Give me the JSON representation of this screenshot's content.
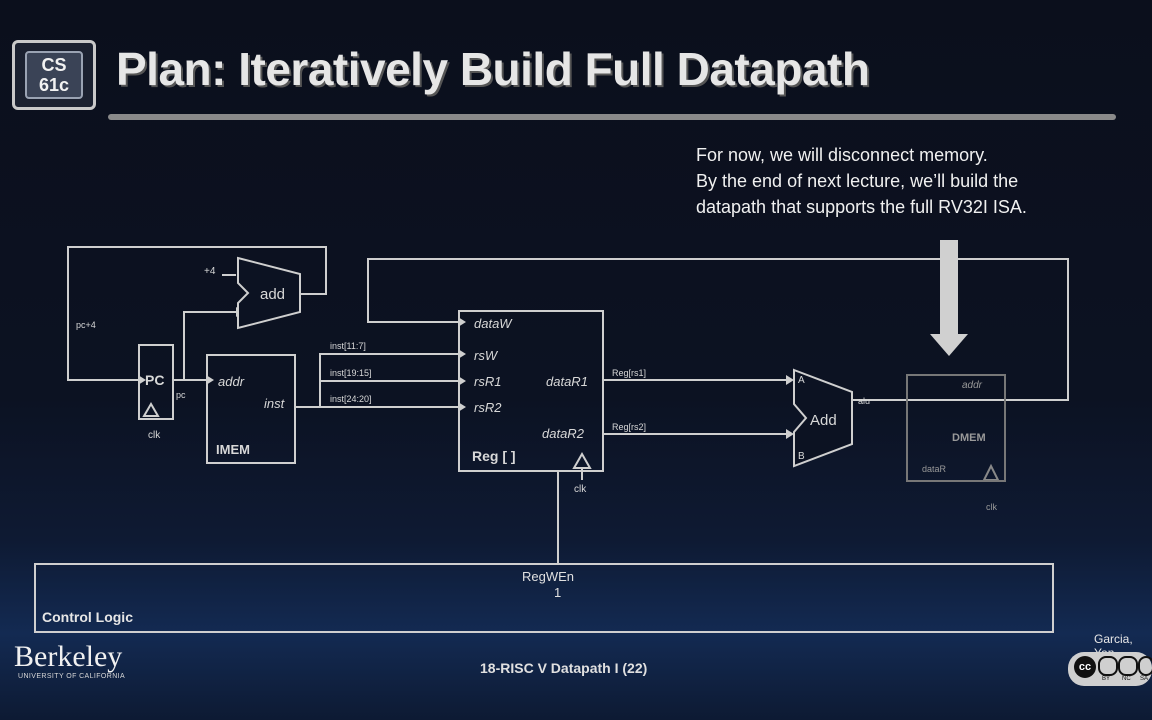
{
  "logo": {
    "text_top": "CS",
    "text_bottom": "61c"
  },
  "title": "Plan: Iteratively Build Full Datapath",
  "note": {
    "line1": "For now, we will disconnect memory.",
    "line2": "By the end of next lecture, we’ll build the",
    "line3": "datapath that supports the full RV32I ISA."
  },
  "diagram": {
    "pc": "PC",
    "pc_clk": "clk",
    "pc_out": "pc",
    "pc_feedback": "pc+4",
    "plus4": "+4",
    "add_top": "add",
    "imem_addr": "addr",
    "imem_inst": "inst",
    "imem_name": "IMEM",
    "inst_field1": "inst[11:7]",
    "inst_field2": "inst[19:15]",
    "inst_field3": "inst[24:20]",
    "rf_dataw": "dataW",
    "rf_rsw": "rsW",
    "rf_rsr1": "rsR1",
    "rf_rsr2": "rsR2",
    "rf_datar1": "dataR1",
    "rf_datar2": "dataR2",
    "rf_name": "Reg [ ]",
    "rf_clk": "clk",
    "reg_rs1": "Reg[rs1]",
    "reg_rs2": "Reg[rs2]",
    "alu_a": "A",
    "alu_b": "B",
    "alu_name": "Add",
    "alu_out": "alu",
    "dmem_addr": "addr",
    "dmem_name": "DMEM",
    "dmem_datar": "dataR",
    "dmem_clk": "clk"
  },
  "control": {
    "regwen_label": "RegWEn",
    "regwen_value": "1",
    "name": "Control Logic"
  },
  "footer": {
    "slide": "18-RISC V Datapath I (22)",
    "berkeley": "Berkeley",
    "ucal": "UNIVERSITY OF CALIFORNIA",
    "authors": "Garcia, Yan",
    "license": [
      "BY",
      "NC",
      "SA"
    ]
  }
}
